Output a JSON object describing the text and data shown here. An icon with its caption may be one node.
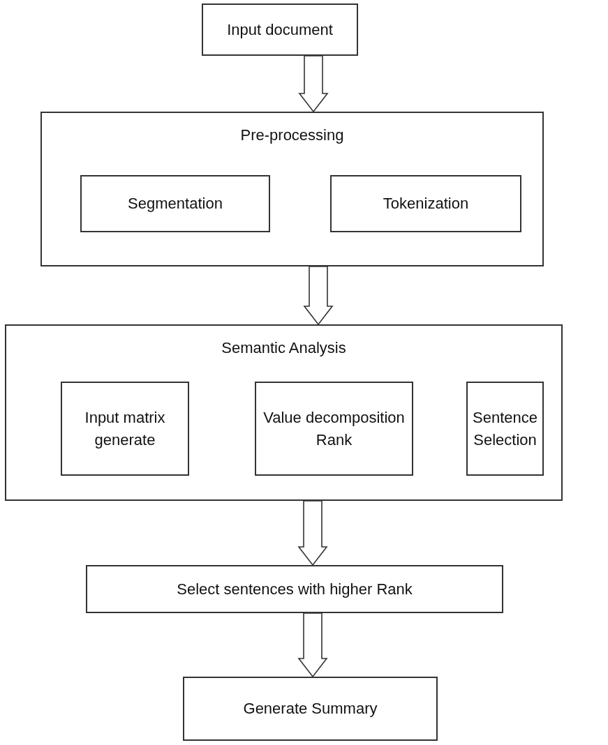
{
  "diagram": {
    "nodes": [
      {
        "text": [
          "Input document"
        ]
      },
      {
        "text": [
          "Pre-processing"
        ]
      },
      {
        "text": [
          "Segmentation"
        ],
        "in": 1
      },
      {
        "text": [
          "Tokenization"
        ],
        "in": 1
      },
      {
        "text": [
          "Semantic Analysis"
        ]
      },
      {
        "text": [
          "Input matrix generate"
        ],
        "in": 4
      },
      {
        "text": [
          "Value decomposition Rank"
        ],
        "in": 4
      },
      {
        "text": [
          "Sentence Selection"
        ],
        "in": 4
      },
      {
        "text": [
          "Select sentences with higher Rank"
        ]
      },
      {
        "text": [
          "Generate Summary"
        ]
      }
    ],
    "edges": [
      {
        "from": 0,
        "to": 1,
        "arrow": "to"
      },
      {
        "from": 1,
        "to": 4,
        "arrow": "to"
      },
      {
        "from": 4,
        "to": 8,
        "arrow": "to"
      },
      {
        "from": 8,
        "to": 9,
        "arrow": "to"
      }
    ]
  }
}
